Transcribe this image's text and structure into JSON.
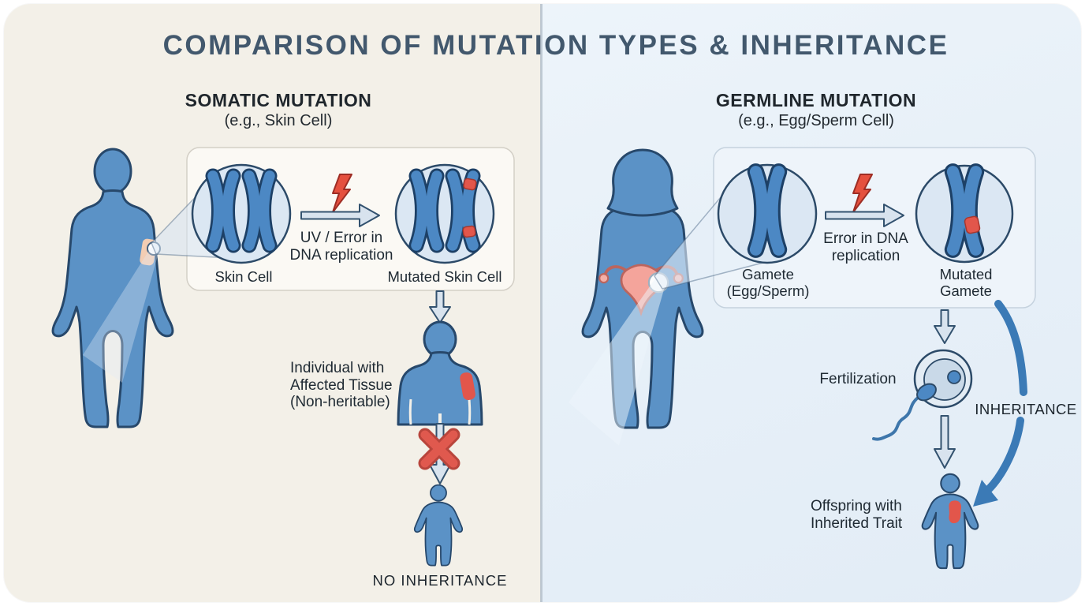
{
  "title": "COMPARISON OF MUTATION TYPES & INHERITANCE",
  "palette": {
    "title_blue": "#42586d",
    "figure_blue": "#5b92c6",
    "figure_outline": "#27486b",
    "mutation_red": "#e2564b",
    "lightning_red": "#e5503e",
    "arrow_fill": "#d8e3ee",
    "inheritance_arrow": "#3b7ab6",
    "skin_patch": "#f3cdb3",
    "uterus_pink": "#f4a49b",
    "left_bg": "#f3f0e8",
    "right_bg": "#e7f0f8"
  },
  "somatic_panel": {
    "heading": "SOMATIC MUTATION",
    "subheading": "(e.g., Skin Cell)",
    "process_box": {
      "source_cell": "Skin Cell",
      "cause_line1": "UV / Error in",
      "cause_line2": "DNA replication",
      "result_cell": "Mutated Skin Cell"
    },
    "individual_caption": {
      "line1": "Individual with",
      "line2": "Affected Tissue",
      "line3": "(Non-heritable)"
    },
    "outcome": "NO INHERITANCE"
  },
  "germline_panel": {
    "heading": "GERMLINE MUTATION",
    "subheading": "(e.g., Egg/Sperm Cell)",
    "process_box": {
      "source_cell_line1": "Gamete",
      "source_cell_line2": "(Egg/Sperm)",
      "cause_line1": "Error in DNA",
      "cause_line2": "replication",
      "result_cell_line1": "Mutated",
      "result_cell_line2": "Gamete"
    },
    "fertilization_label": "Fertilization",
    "inheritance_label": "INHERITANCE",
    "offspring_caption": {
      "line1": "Offspring with",
      "line2": "Inherited Trait"
    }
  }
}
